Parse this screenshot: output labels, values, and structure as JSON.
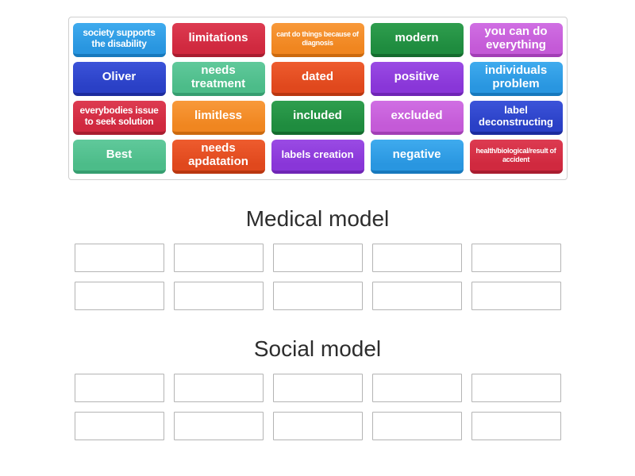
{
  "tray": {
    "tiles": [
      {
        "label": "society supports the disability",
        "color": "sky",
        "size": "sm"
      },
      {
        "label": "limitations",
        "color": "crimson",
        "size": "md"
      },
      {
        "label": "cant do things because of diagnosis",
        "color": "orange",
        "size": "xs"
      },
      {
        "label": "modern",
        "color": "green",
        "size": "md"
      },
      {
        "label": "you can do everything",
        "color": "orchid",
        "size": "md"
      },
      {
        "label": "Oliver",
        "color": "royal",
        "size": "md"
      },
      {
        "label": "needs treatment",
        "color": "seagreen",
        "size": "md"
      },
      {
        "label": "dated",
        "color": "orangered",
        "size": "md"
      },
      {
        "label": "positive",
        "color": "violet",
        "size": "md"
      },
      {
        "label": "individuals problem",
        "color": "sky",
        "size": "md"
      },
      {
        "label": "everybodies issue to seek solution",
        "color": "crimson",
        "size": "sm"
      },
      {
        "label": "limitless",
        "color": "orange",
        "size": "md"
      },
      {
        "label": "included",
        "color": "green",
        "size": "md"
      },
      {
        "label": "excluded",
        "color": "orchid",
        "size": "md"
      },
      {
        "label": "label deconstructing",
        "color": "royal",
        "size": "smd"
      },
      {
        "label": "Best",
        "color": "seagreen",
        "size": "md"
      },
      {
        "label": "needs apdatation",
        "color": "orangered",
        "size": "md"
      },
      {
        "label": "labels creation",
        "color": "violet",
        "size": "smd"
      },
      {
        "label": "negative",
        "color": "sky",
        "size": "md"
      },
      {
        "label": "health/biological/result of accident",
        "color": "crimson",
        "size": "xs"
      }
    ]
  },
  "palette": {
    "sky": {
      "light": "#3fabee",
      "base": "#2996e0",
      "dark": "#1779bd"
    },
    "crimson": {
      "light": "#dd3b51",
      "base": "#d0293f",
      "dark": "#a91d30"
    },
    "orange": {
      "light": "#f8993a",
      "base": "#f08620",
      "dark": "#cc6a0e"
    },
    "green": {
      "light": "#2f9e4e",
      "base": "#1f8c3f",
      "dark": "#146c2e"
    },
    "orchid": {
      "light": "#d06fe3",
      "base": "#c45ad7",
      "dark": "#a23eb5"
    },
    "royal": {
      "light": "#3b53d9",
      "base": "#2a40c6",
      "dark": "#1c2c9e"
    },
    "seagreen": {
      "light": "#60c99b",
      "base": "#4cbc89",
      "dark": "#369e70"
    },
    "orangered": {
      "light": "#ee5c2e",
      "base": "#e0481d",
      "dark": "#ba3710"
    },
    "violet": {
      "light": "#9a4be4",
      "base": "#8936d8",
      "dark": "#6f25b5"
    }
  },
  "groups": [
    {
      "title": "Medical model",
      "slot_count": 10
    },
    {
      "title": "Social model",
      "slot_count": 10
    }
  ]
}
